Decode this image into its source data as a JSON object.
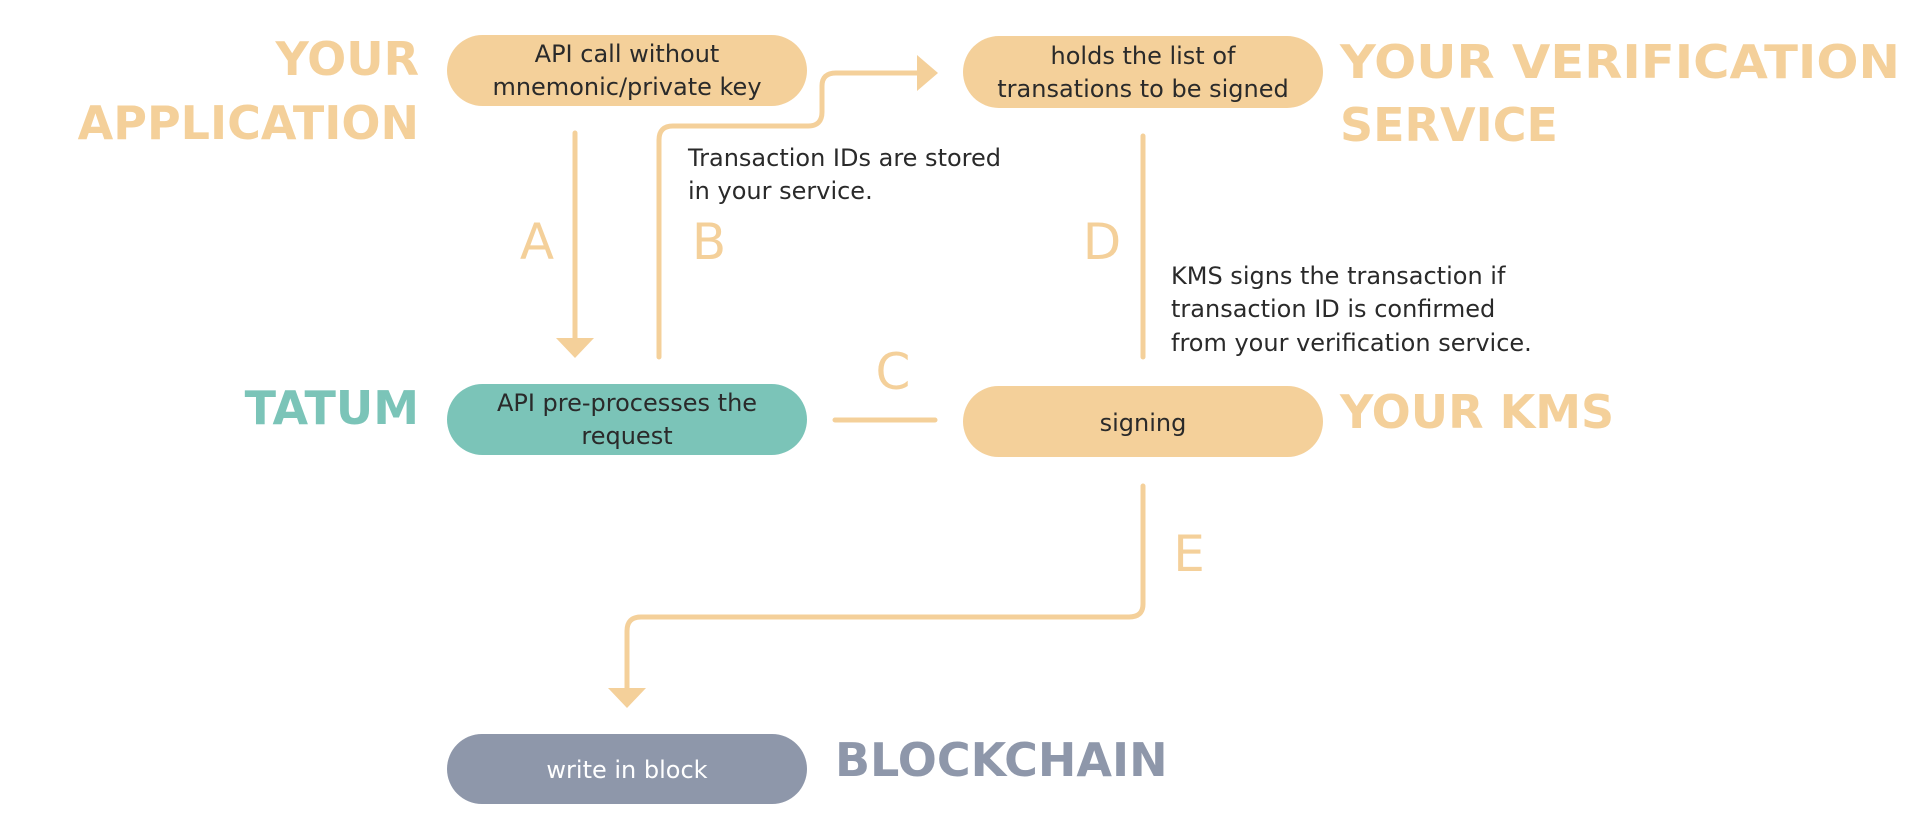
{
  "colors": {
    "peach": "#f4d09a",
    "teal": "#7bc4b8",
    "slate": "#8e97aa",
    "text": "#2a2a2a"
  },
  "actors": {
    "application": [
      "YOUR",
      "APPLICATION"
    ],
    "verification": [
      "YOUR VERIFICATION",
      "SERVICE"
    ],
    "tatum": "TATUM",
    "kms": "YOUR KMS",
    "blockchain": "BLOCKCHAIN"
  },
  "nodes": {
    "api_call": [
      "API call without",
      "mnemonic/private key"
    ],
    "holds_list": [
      "holds the list of",
      "transations to be signed"
    ],
    "preprocess": [
      "API pre-processes the",
      "request"
    ],
    "signing": "signing",
    "write_block": "write in block"
  },
  "steps": {
    "a": "A",
    "b": "B",
    "c": "C",
    "d": "D",
    "e": "E"
  },
  "notes": {
    "transaction_ids": [
      "Transaction IDs are stored",
      "in your service."
    ],
    "kms_signs": [
      "KMS signs the transaction if",
      "transaction ID is confirmed",
      "from your verification service."
    ]
  }
}
